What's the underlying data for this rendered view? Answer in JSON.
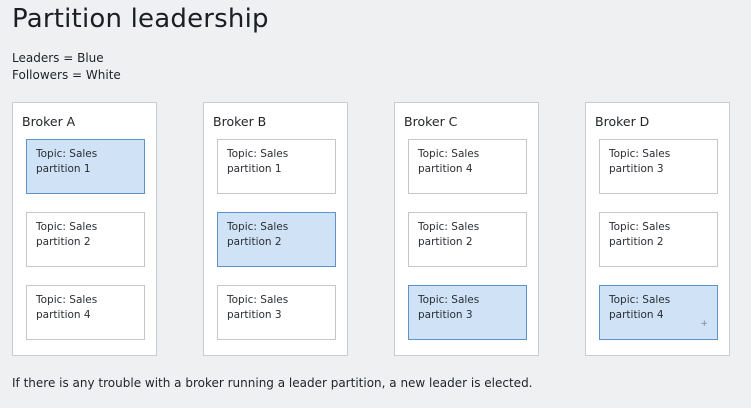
{
  "title": "Partition leadership",
  "legend": {
    "leaders": "Leaders = Blue",
    "followers": "Followers = White"
  },
  "colors": {
    "leader_fill": "#cfe2f6",
    "leader_border": "#5e93c9",
    "follower_fill": "#ffffff"
  },
  "brokers": [
    {
      "name": "Broker A",
      "partitions": [
        {
          "topic": "Topic: Sales",
          "partition": "partition 1",
          "leader": true
        },
        {
          "topic": "Topic: Sales",
          "partition": "partition 2",
          "leader": false
        },
        {
          "topic": "Topic: Sales",
          "partition": "partition 4",
          "leader": false
        }
      ]
    },
    {
      "name": "Broker B",
      "partitions": [
        {
          "topic": "Topic: Sales",
          "partition": "partition 1",
          "leader": false
        },
        {
          "topic": "Topic: Sales",
          "partition": "partition 2",
          "leader": true
        },
        {
          "topic": "Topic: Sales",
          "partition": "partition 3",
          "leader": false
        }
      ]
    },
    {
      "name": "Broker C",
      "partitions": [
        {
          "topic": "Topic: Sales",
          "partition": "partition 4",
          "leader": false
        },
        {
          "topic": "Topic: Sales",
          "partition": "partition 2",
          "leader": false
        },
        {
          "topic": "Topic: Sales",
          "partition": "partition 3",
          "leader": true
        }
      ]
    },
    {
      "name": "Broker D",
      "partitions": [
        {
          "topic": "Topic: Sales",
          "partition": "partition 3",
          "leader": false
        },
        {
          "topic": "Topic: Sales",
          "partition": "partition 2",
          "leader": false
        },
        {
          "topic": "Topic: Sales",
          "partition": "partition 4",
          "leader": true
        }
      ]
    }
  ],
  "footer": "If there is any trouble with a broker running a leader partition, a new leader is elected."
}
